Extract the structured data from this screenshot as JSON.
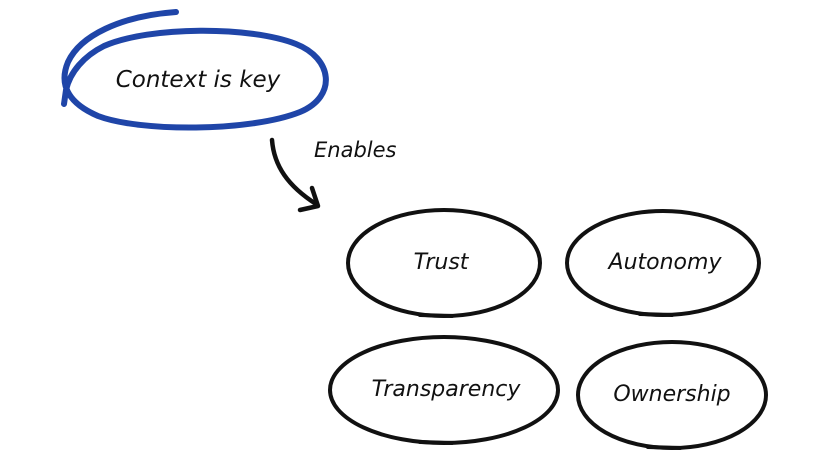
{
  "diagram": {
    "main_label": "Context is key",
    "connector_label": "Enables",
    "outcomes": [
      "Trust",
      "Autonomy",
      "Transparency",
      "Ownership"
    ],
    "colors": {
      "main_outline": "#1f45a8",
      "outline": "#111111",
      "text": "#111111",
      "background": "#ffffff"
    }
  }
}
